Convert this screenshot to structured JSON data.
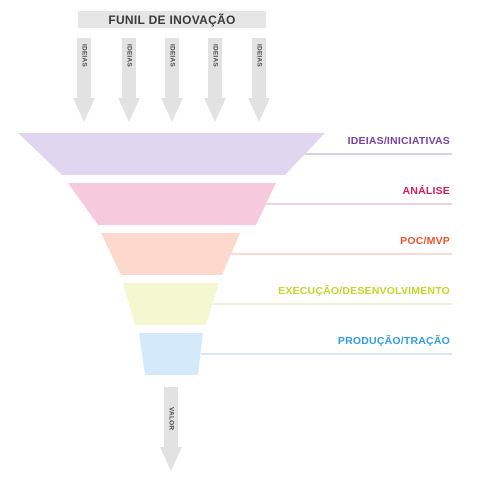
{
  "title": "FUNIL DE INOVAÇÃO",
  "input_arrows": [
    "IDEIAS",
    "IDEIAS",
    "IDEIAS",
    "IDEIAS",
    "IDEIAS"
  ],
  "output_arrow": "VALOR",
  "stages": [
    {
      "label": "IDEIAS/INICIATIVAS",
      "fill": "#e1d6ef",
      "text_color": "#7a3fa8",
      "line_color": "#ccc3de"
    },
    {
      "label": "ANÁLISE",
      "fill": "#f6c9dd",
      "text_color": "#d81b60",
      "line_color": "#ecc3d4"
    },
    {
      "label": "POC/MVP",
      "fill": "#fdd8cc",
      "text_color": "#f0522c",
      "line_color": "#f3d0c6"
    },
    {
      "label": "EXECUÇÃO/DESENVOLVIMENTO",
      "fill": "#f4f8d1",
      "text_color": "#c4d62a",
      "line_color": "#eaefc9"
    },
    {
      "label": "PRODUÇÃO/TRAÇÃO",
      "fill": "#d4e9f9",
      "text_color": "#2f9de4",
      "line_color": "#cfe0ee"
    }
  ],
  "colors": {
    "arrow_fill": "#e2e2e2",
    "title_bg": "#e6e6e6"
  }
}
